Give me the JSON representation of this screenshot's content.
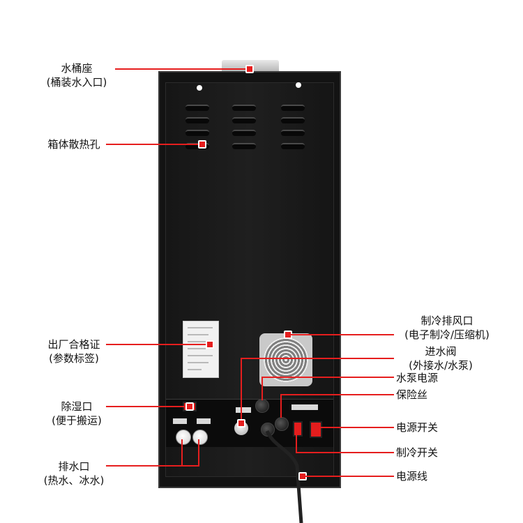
{
  "colors": {
    "callout": "#e61e1e",
    "machine_body": "#151515",
    "background": "#ffffff"
  },
  "labels": {
    "bucket_seat": {
      "line1": "水桶座",
      "line2": "(桶装水入口)"
    },
    "cabinet_vent": {
      "line1": "箱体散热孔"
    },
    "certificate": {
      "line1": "出厂合格证",
      "line2": "(参数标签)"
    },
    "dehumidify": {
      "line1": "除湿口",
      "line2": "(便于搬运)"
    },
    "drain": {
      "line1": "排水口",
      "line2": "(热水、冰水)"
    },
    "cooling_exhaust": {
      "line1": "制冷排风口",
      "line2": "(电子制冷/压缩机)"
    },
    "inlet_valve": {
      "line1": "进水阀",
      "line2": "(外接水/水泵)"
    },
    "pump_power": {
      "line1": "水泵电源"
    },
    "fuse": {
      "line1": "保险丝"
    },
    "power_switch": {
      "line1": "电源开关"
    },
    "cooling_switch": {
      "line1": "制冷开关"
    },
    "power_cord": {
      "line1": "电源线"
    }
  }
}
